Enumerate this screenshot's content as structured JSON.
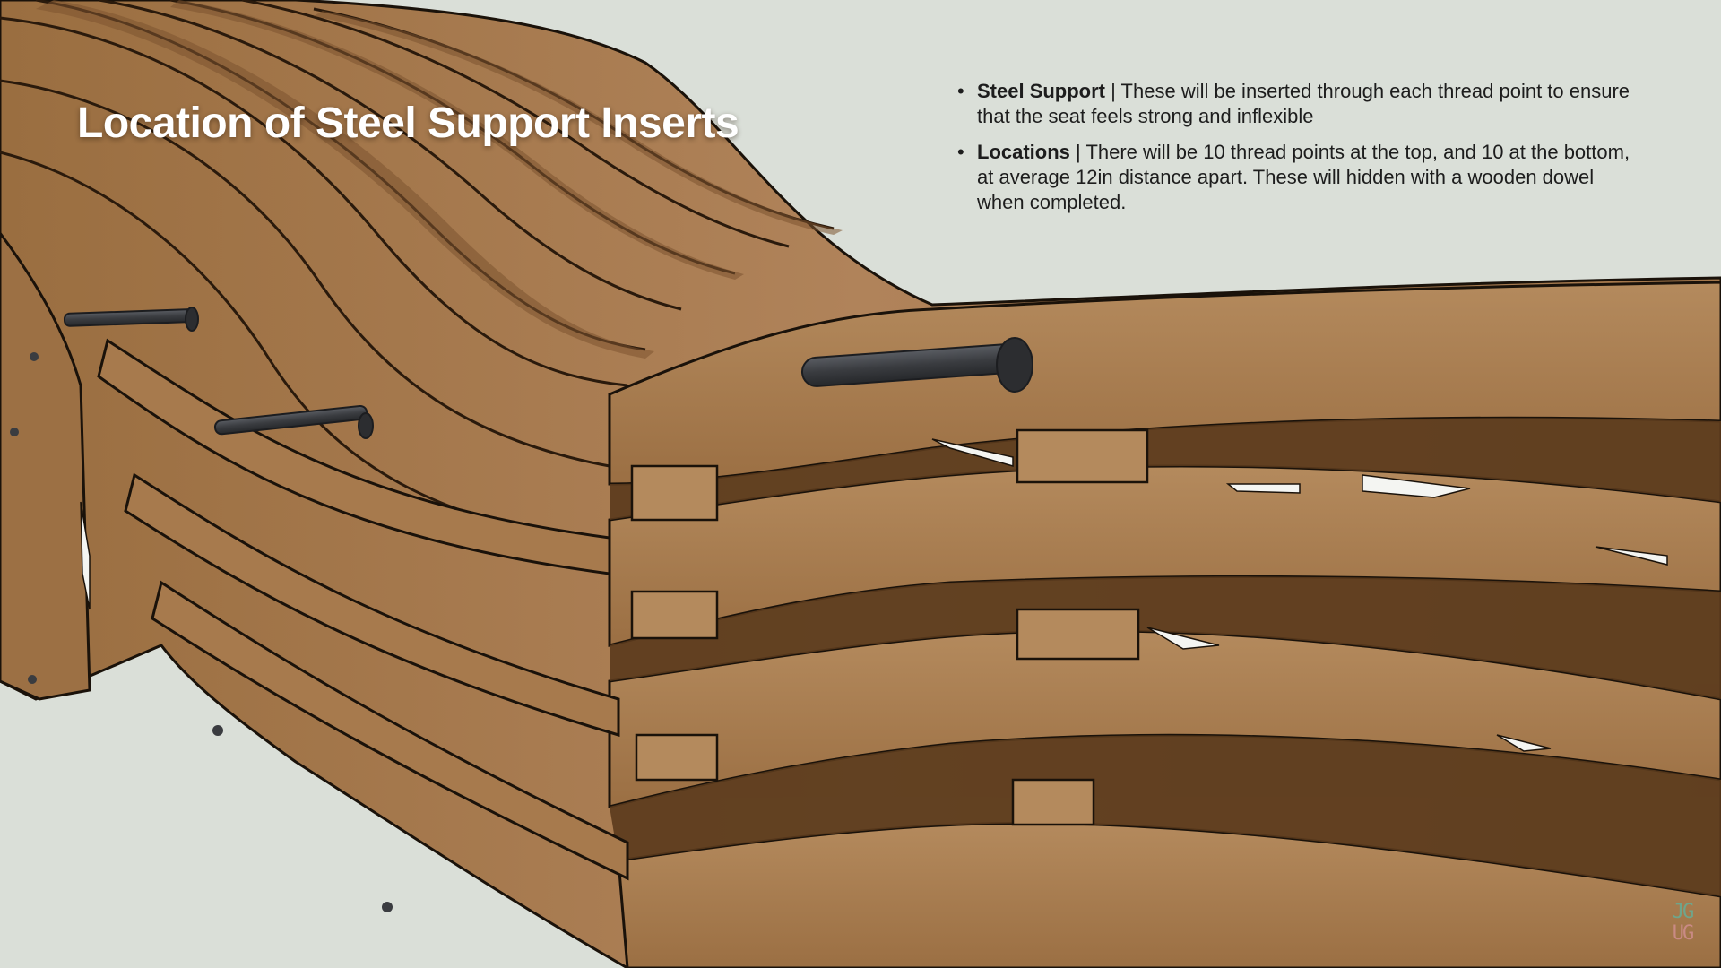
{
  "slide": {
    "title": "Location of Steel Support Inserts",
    "bullets": [
      {
        "term": "Steel Support",
        "text": " | These will be inserted through each thread point to ensure that the seat feels strong and inflexible"
      },
      {
        "term": "Locations",
        "text": " | There will be 10 thread points at the top, and 10 at the bottom, at average 12in distance apart. These will hidden with a wooden dowel when completed."
      }
    ],
    "bullet_glyph": "•"
  },
  "logo": {
    "top": "JG",
    "bottom": "UG"
  },
  "colors": {
    "background": "#dadfd8",
    "wood": "#a87b4c",
    "wood_dark": "#6f4a26",
    "steel": "#3d3f44",
    "title": "#ffffff",
    "body_text": "#1d1d1d"
  },
  "image": {
    "subject": "3D model of a curved slatted wooden bench with steel rod inserts"
  }
}
